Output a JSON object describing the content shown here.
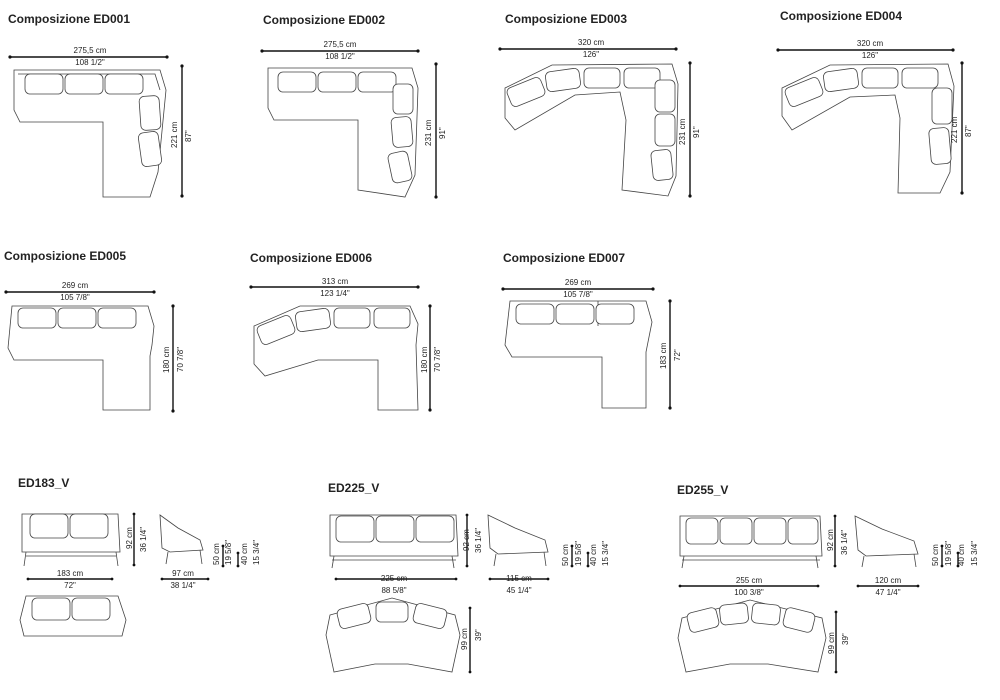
{
  "compositions": [
    {
      "title": "Composizione ED001",
      "w_cm": "275,5 cm",
      "w_in": "108 1/2\"",
      "h_cm": "221 cm",
      "h_in": "87\""
    },
    {
      "title": "Composizione ED002",
      "w_cm": "275,5 cm",
      "w_in": "108 1/2\"",
      "h_cm": "231 cm",
      "h_in": "91\""
    },
    {
      "title": "Composizione ED003",
      "w_cm": "320 cm",
      "w_in": "126\"",
      "h_cm": "231 cm",
      "h_in": "91\""
    },
    {
      "title": "Composizione ED004",
      "w_cm": "320 cm",
      "w_in": "126\"",
      "h_cm": "221 cm",
      "h_in": "87\""
    },
    {
      "title": "Composizione ED005",
      "w_cm": "269 cm",
      "w_in": "105 7/8\"",
      "h_cm": "180 cm",
      "h_in": "70 7/8\""
    },
    {
      "title": "Composizione ED006",
      "w_cm": "313 cm",
      "w_in": "123 1/4\"",
      "h_cm": "180 cm",
      "h_in": "70 7/8\""
    },
    {
      "title": "Composizione ED007",
      "w_cm": "269 cm",
      "w_in": "105 7/8\"",
      "h_cm": "183 cm",
      "h_in": "72\""
    }
  ],
  "models": [
    {
      "title": "ED183_V",
      "w_cm": "183 cm",
      "w_in": "72\"",
      "h_cm": "92 cm",
      "h_in": "36 1/4\"",
      "d_cm": "97 cm",
      "d_in": "38 1/4\"",
      "seat_cm": "50 cm",
      "seat_in": "19 5/8\"",
      "arm_cm": "40 cm",
      "arm_in": "15 3/4\"",
      "top_cm": "",
      "top_in": ""
    },
    {
      "title": "ED225_V",
      "w_cm": "225 cm",
      "w_in": "88 5/8\"",
      "h_cm": "92 cm",
      "h_in": "36 1/4\"",
      "d_cm": "115 cm",
      "d_in": "45 1/4\"",
      "seat_cm": "50 cm",
      "seat_in": "19 5/8\"",
      "arm_cm": "40 cm",
      "arm_in": "15 3/4\"",
      "top_cm": "99 cm",
      "top_in": "39\""
    },
    {
      "title": "ED255_V",
      "w_cm": "255 cm",
      "w_in": "100 3/8\"",
      "h_cm": "92 cm",
      "h_in": "36 1/4\"",
      "d_cm": "120 cm",
      "d_in": "47 1/4\"",
      "seat_cm": "50 cm",
      "seat_in": "19 5/8\"",
      "arm_cm": "40 cm",
      "arm_in": "15 3/4\"",
      "top_cm": "99 cm",
      "top_in": "39\""
    }
  ]
}
